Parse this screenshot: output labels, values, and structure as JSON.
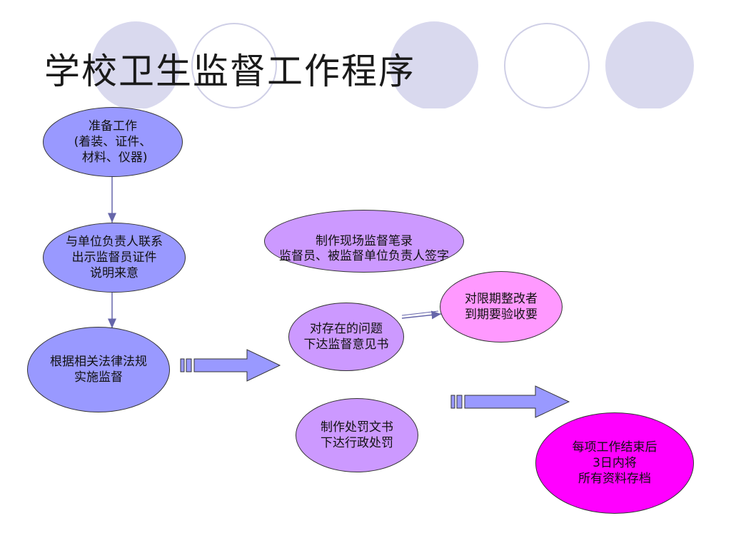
{
  "title": "学校卫生监督工作程序",
  "colors": {
    "blue": "#9999ff",
    "violet": "#cc99ff",
    "pink": "#ff99ff",
    "magenta": "#ff00ff",
    "arrow_fill": "#9999ff",
    "decor_fill": "#d9d9ee"
  },
  "nodes": {
    "prepare": "准备工作\n(着装、证件、\n 材料、仪器)",
    "contact": "与单位负责人联系\n出示监督员证件\n说明来意",
    "supervise": "根据相关法律法规\n实施监督",
    "record_line1": "制作现场监督笔录",
    "record_line2": "监督员、被监督单位负责人签字",
    "opinion": "对存在的问题\n下达监督意见书",
    "rectify": "对限期整改者\n到期要验收要",
    "penalty": "制作处罚文书\n下达行政处罚",
    "archive": "每项工作结束后\n3日内将\n所有资料存档"
  }
}
